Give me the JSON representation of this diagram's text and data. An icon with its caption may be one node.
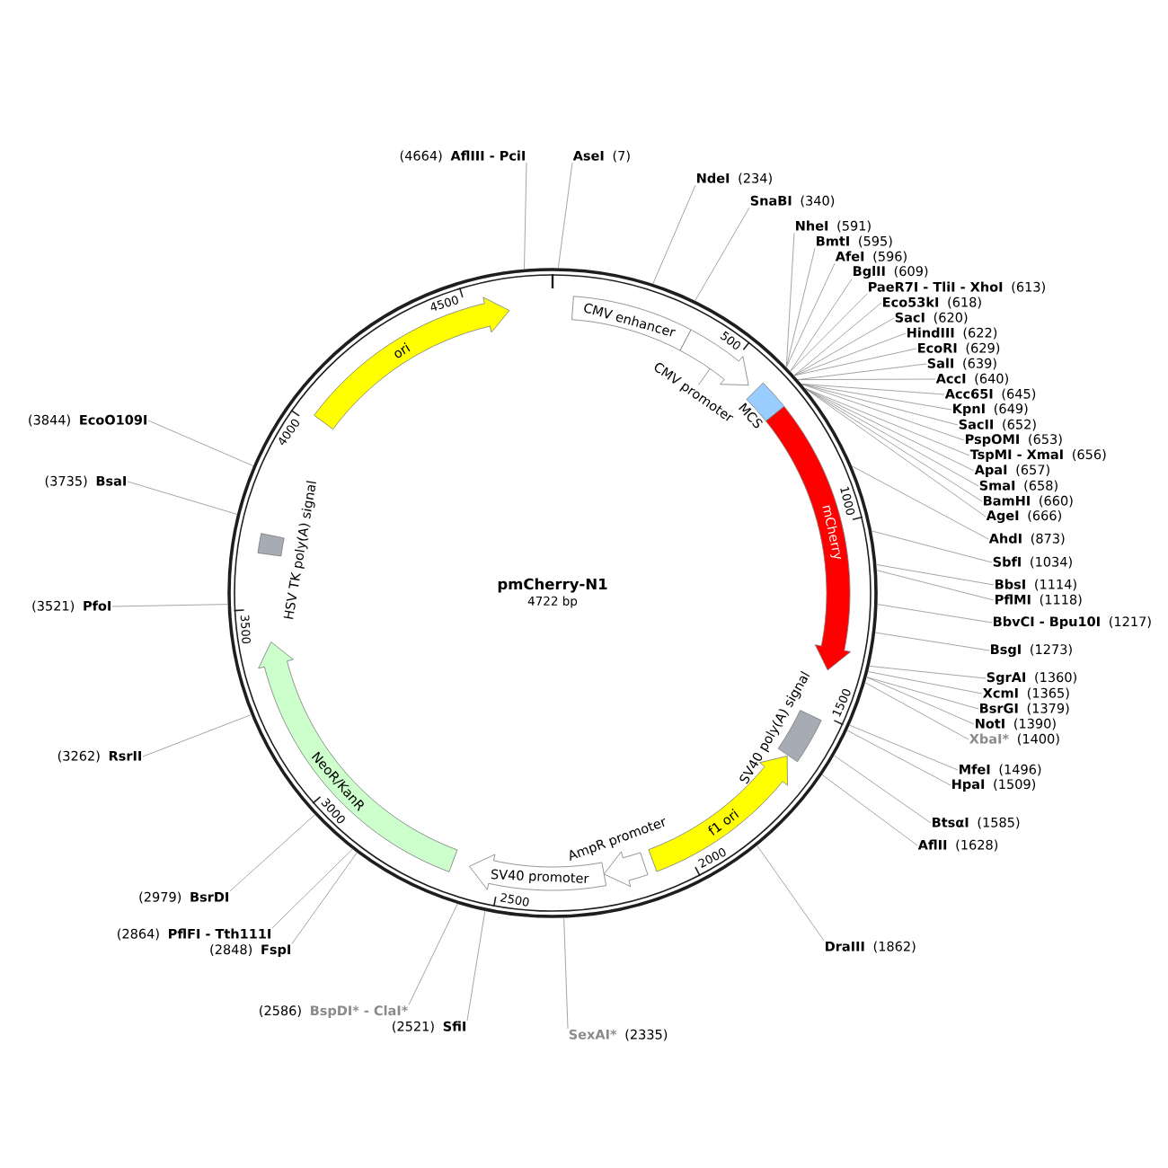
{
  "diagram": {
    "nodes": [
      {
        "text": [
          "pmCherry-N1",
          "4722 bp"
        ]
      },
      {
        "text": [
          "CMV enhancer"
        ],
        "in": 0
      },
      {
        "text": [
          "CMV promoter"
        ],
        "in": 0
      },
      {
        "text": [
          "MCS"
        ],
        "in": 0
      },
      {
        "text": [
          "mCherry"
        ],
        "in": 0
      },
      {
        "text": [
          "SV40 poly(A) signal"
        ],
        "in": 0
      },
      {
        "text": [
          "f1 ori"
        ],
        "in": 0
      },
      {
        "text": [
          "AmpR promoter"
        ],
        "in": 0
      },
      {
        "text": [
          "SV40 promoter"
        ],
        "in": 0
      },
      {
        "text": [
          "NeoR/KanR"
        ],
        "in": 0
      },
      {
        "text": [
          "HSV TK poly(A) signal"
        ],
        "in": 0
      },
      {
        "text": [
          "ori"
        ],
        "in": 0
      },
      {
        "text": [
          "(4664)",
          "AflIII - PciI"
        ]
      },
      {
        "text": [
          "AseI",
          "(7)"
        ]
      },
      {
        "text": [
          "NdeI",
          "(234)"
        ]
      },
      {
        "text": [
          "SnaBI",
          "(340)"
        ]
      },
      {
        "text": [
          "NheI",
          "(591)"
        ]
      },
      {
        "text": [
          "BmtI",
          "(595)"
        ]
      },
      {
        "text": [
          "AfeI",
          "(596)"
        ]
      },
      {
        "text": [
          "BglII",
          "(609)"
        ]
      },
      {
        "text": [
          "PaeR7I - TliI - XhoI",
          "(613)"
        ]
      },
      {
        "text": [
          "Eco53kI",
          "(618)"
        ]
      },
      {
        "text": [
          "SacI",
          "(620)"
        ]
      },
      {
        "text": [
          "HindIII",
          "(622)"
        ]
      },
      {
        "text": [
          "EcoRI",
          "(629)"
        ]
      },
      {
        "text": [
          "SalI",
          "(639)"
        ]
      },
      {
        "text": [
          "AccI",
          "(640)"
        ]
      },
      {
        "text": [
          "Acc65I",
          "(645)"
        ]
      },
      {
        "text": [
          "KpnI",
          "(649)"
        ]
      },
      {
        "text": [
          "SacII",
          "(652)"
        ]
      },
      {
        "text": [
          "PspOMI",
          "(653)"
        ]
      },
      {
        "text": [
          "TspMI - XmaI",
          "(656)"
        ]
      },
      {
        "text": [
          "ApaI",
          "(657)"
        ]
      },
      {
        "text": [
          "SmaI",
          "(658)"
        ]
      },
      {
        "text": [
          "BamHI",
          "(660)"
        ]
      },
      {
        "text": [
          "AgeI",
          "(666)"
        ]
      },
      {
        "text": [
          "AhdI",
          "(873)"
        ]
      },
      {
        "text": [
          "SbfI",
          "(1034)"
        ]
      },
      {
        "text": [
          "BbsI",
          "(1114)"
        ]
      },
      {
        "text": [
          "PflMI",
          "(1118)"
        ]
      },
      {
        "text": [
          "BbvCI - Bpu10I",
          "(1217)"
        ]
      },
      {
        "text": [
          "BsgI",
          "(1273)"
        ]
      },
      {
        "text": [
          "SgrAI",
          "(1360)"
        ]
      },
      {
        "text": [
          "XcmI",
          "(1365)"
        ]
      },
      {
        "text": [
          "BsrGI",
          "(1379)"
        ]
      },
      {
        "text": [
          "NotI",
          "(1390)"
        ]
      },
      {
        "text": [
          "XbaI*",
          "(1400)"
        ]
      },
      {
        "text": [
          "MfeI",
          "(1496)"
        ]
      },
      {
        "text": [
          "HpaI",
          "(1509)"
        ]
      },
      {
        "text": [
          "BtsαI",
          "(1585)"
        ]
      },
      {
        "text": [
          "AflII",
          "(1628)"
        ]
      },
      {
        "text": [
          "DraIII",
          "(1862)"
        ]
      },
      {
        "text": [
          "SexAI*",
          "(2335)"
        ]
      },
      {
        "text": [
          "(2521)",
          "SfiI"
        ]
      },
      {
        "text": [
          "(2586)",
          "BspDI* - ClaI*"
        ]
      },
      {
        "text": [
          "(2848)",
          "FspI"
        ]
      },
      {
        "text": [
          "(2864)",
          "PflFI - Tth111I"
        ]
      },
      {
        "text": [
          "(2979)",
          "BsrDI"
        ]
      },
      {
        "text": [
          "(3262)",
          "RsrII"
        ]
      },
      {
        "text": [
          "(3521)",
          "PfoI"
        ]
      },
      {
        "text": [
          "(3735)",
          "BsaI"
        ]
      },
      {
        "text": [
          "(3844)",
          "EcoO109I"
        ]
      }
    ],
    "edges": [
      {
        "from": 12,
        "to": 0,
        "arrow": "none"
      },
      {
        "from": 13,
        "to": 0,
        "arrow": "none"
      },
      {
        "from": 14,
        "to": 0,
        "arrow": "none"
      },
      {
        "from": 15,
        "to": 0,
        "arrow": "none"
      },
      {
        "from": 16,
        "to": 0,
        "arrow": "none"
      },
      {
        "from": 17,
        "to": 0,
        "arrow": "none"
      },
      {
        "from": 18,
        "to": 0,
        "arrow": "none"
      },
      {
        "from": 19,
        "to": 0,
        "arrow": "none"
      },
      {
        "from": 20,
        "to": 0,
        "arrow": "none"
      },
      {
        "from": 21,
        "to": 0,
        "arrow": "none"
      },
      {
        "from": 22,
        "to": 0,
        "arrow": "none"
      },
      {
        "from": 23,
        "to": 0,
        "arrow": "none"
      },
      {
        "from": 24,
        "to": 0,
        "arrow": "none"
      },
      {
        "from": 25,
        "to": 0,
        "arrow": "none"
      },
      {
        "from": 26,
        "to": 0,
        "arrow": "none"
      },
      {
        "from": 27,
        "to": 0,
        "arrow": "none"
      },
      {
        "from": 28,
        "to": 0,
        "arrow": "none"
      },
      {
        "from": 29,
        "to": 0,
        "arrow": "none"
      },
      {
        "from": 30,
        "to": 0,
        "arrow": "none"
      },
      {
        "from": 31,
        "to": 0,
        "arrow": "none"
      },
      {
        "from": 32,
        "to": 0,
        "arrow": "none"
      },
      {
        "from": 33,
        "to": 0,
        "arrow": "none"
      },
      {
        "from": 34,
        "to": 0,
        "arrow": "none"
      },
      {
        "from": 35,
        "to": 0,
        "arrow": "none"
      },
      {
        "from": 36,
        "to": 0,
        "arrow": "none"
      },
      {
        "from": 37,
        "to": 0,
        "arrow": "none"
      },
      {
        "from": 38,
        "to": 0,
        "arrow": "none"
      },
      {
        "from": 39,
        "to": 0,
        "arrow": "none"
      },
      {
        "from": 40,
        "to": 0,
        "arrow": "none"
      },
      {
        "from": 41,
        "to": 0,
        "arrow": "none"
      },
      {
        "from": 42,
        "to": 0,
        "arrow": "none"
      },
      {
        "from": 43,
        "to": 0,
        "arrow": "none"
      },
      {
        "from": 44,
        "to": 0,
        "arrow": "none"
      },
      {
        "from": 45,
        "to": 0,
        "arrow": "none"
      },
      {
        "from": 46,
        "to": 0,
        "arrow": "none"
      },
      {
        "from": 47,
        "to": 0,
        "arrow": "none"
      },
      {
        "from": 48,
        "to": 0,
        "arrow": "none"
      },
      {
        "from": 49,
        "to": 0,
        "arrow": "none"
      },
      {
        "from": 50,
        "to": 0,
        "arrow": "none"
      },
      {
        "from": 51,
        "to": 0,
        "arrow": "none"
      },
      {
        "from": 52,
        "to": 0,
        "arrow": "none"
      },
      {
        "from": 53,
        "to": 0,
        "arrow": "none"
      },
      {
        "from": 54,
        "to": 0,
        "arrow": "none"
      },
      {
        "from": 55,
        "to": 0,
        "arrow": "none"
      },
      {
        "from": 56,
        "to": 0,
        "arrow": "none"
      },
      {
        "from": 57,
        "to": 0,
        "arrow": "none"
      },
      {
        "from": 58,
        "to": 0,
        "arrow": "none"
      },
      {
        "from": 59,
        "to": 0,
        "arrow": "none"
      },
      {
        "from": 60,
        "to": 0,
        "arrow": "none"
      },
      {
        "from": 61,
        "to": 0,
        "arrow": "none"
      }
    ],
    "labels": [
      "500",
      "1000",
      "1500",
      "2000",
      "2500",
      "3000",
      "3500",
      "4000",
      "4500"
    ]
  }
}
